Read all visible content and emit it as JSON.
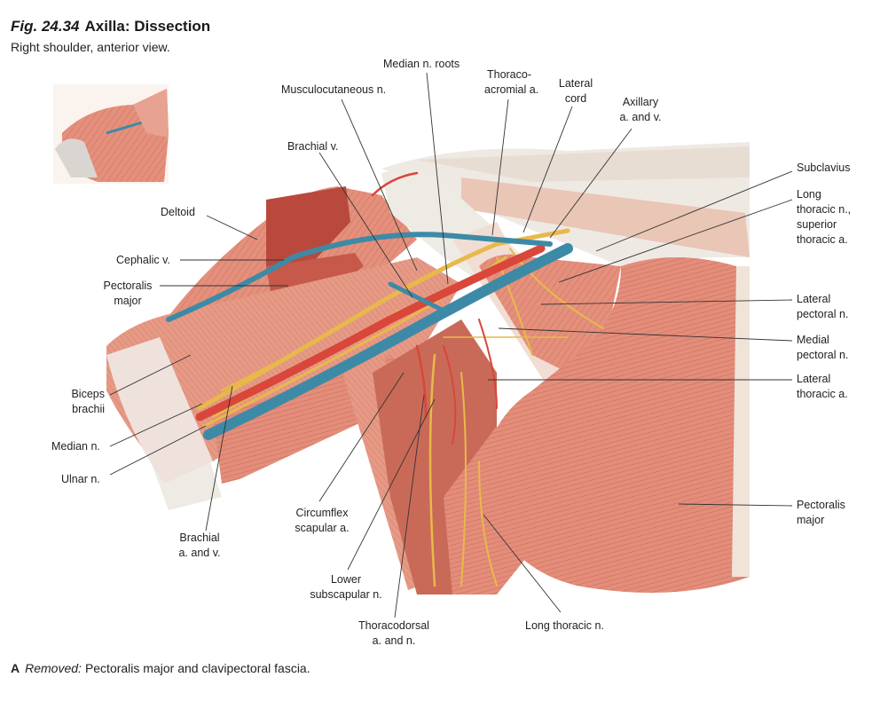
{
  "figure": {
    "number": "Fig. 24.34",
    "title": "Axilla: Dissection",
    "subtitle": "Right shoulder, anterior view."
  },
  "labels": {
    "median_roots": "Median n. roots",
    "thoracoacromial_1": "Thoraco-",
    "thoracoacromial_2": "acromial a.",
    "lateral_cord_1": "Lateral",
    "lateral_cord_2": "cord",
    "axillary_1": "Axillary",
    "axillary_2": "a. and v.",
    "musculocutaneous": "Musculocutaneous n.",
    "brachial_v": "Brachial v.",
    "deltoid": "Deltoid",
    "cephalic": "Cephalic v.",
    "pect_major_left_1": "Pectoralis",
    "pect_major_left_2": "major",
    "biceps_1": "Biceps",
    "biceps_2": "brachii",
    "median_n": "Median n.",
    "ulnar_n": "Ulnar n.",
    "brachial_av_1": "Brachial",
    "brachial_av_2": "a. and v.",
    "circumflex_1": "Circumflex",
    "circumflex_2": "scapular a.",
    "lower_subscap_1": "Lower",
    "lower_subscap_2": "subscapular n.",
    "thoracodorsal_1": "Thoracodorsal",
    "thoracodorsal_2": "a. and n.",
    "long_thoracic_bottom": "Long thoracic n.",
    "subclavius": "Subclavius",
    "long_thoracic_1": "Long",
    "long_thoracic_2": "thoracic n.,",
    "long_thoracic_3": "superior",
    "long_thoracic_4": "thoracic a.",
    "lat_pectoral_1": "Lateral",
    "lat_pectoral_2": "pectoral n.",
    "med_pectoral_1": "Medial",
    "med_pectoral_2": "pectoral n.",
    "lat_thoracic_1": "Lateral",
    "lat_thoracic_2": "thoracic a.",
    "pect_major_right_1": "Pectoralis",
    "pect_major_right_2": "major"
  },
  "caption": {
    "letter": "A",
    "removed_label": "Removed:",
    "text": "Pectoralis major and clavipectoral fascia."
  },
  "colors": {
    "muscle": "#e48f7c",
    "muscle_dark": "#c9604f",
    "tendon": "#eeeae4",
    "vein": "#3d8aa6",
    "artery": "#d9463a",
    "nerve": "#e8b94a",
    "leader": "#333333"
  }
}
